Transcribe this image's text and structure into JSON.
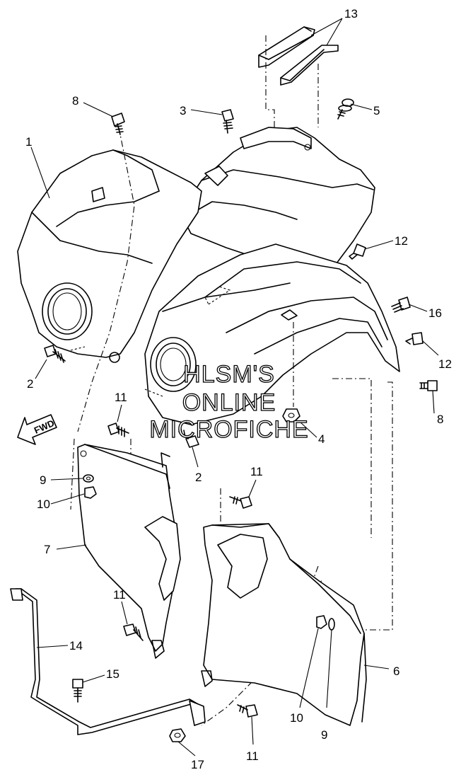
{
  "diagram": {
    "callouts": [
      {
        "id": "c13",
        "text": "13"
      },
      {
        "id": "c8a",
        "text": "8"
      },
      {
        "id": "c3",
        "text": "3"
      },
      {
        "id": "c5",
        "text": "5"
      },
      {
        "id": "c1",
        "text": "1"
      },
      {
        "id": "c12a",
        "text": "12"
      },
      {
        "id": "c16",
        "text": "16"
      },
      {
        "id": "c12b",
        "text": "12"
      },
      {
        "id": "c2a",
        "text": "2"
      },
      {
        "id": "c8b",
        "text": "8"
      },
      {
        "id": "c11a",
        "text": "11"
      },
      {
        "id": "c4",
        "text": "4"
      },
      {
        "id": "c2b",
        "text": "2"
      },
      {
        "id": "c9a",
        "text": "9"
      },
      {
        "id": "c10a",
        "text": "10"
      },
      {
        "id": "c11b",
        "text": "11"
      },
      {
        "id": "c7",
        "text": "7"
      },
      {
        "id": "c11c",
        "text": "11"
      },
      {
        "id": "c14",
        "text": "14"
      },
      {
        "id": "c6",
        "text": "6"
      },
      {
        "id": "c15",
        "text": "15"
      },
      {
        "id": "c10b",
        "text": "10"
      },
      {
        "id": "c9b",
        "text": "9"
      },
      {
        "id": "c11d",
        "text": "11"
      },
      {
        "id": "c17",
        "text": "17"
      }
    ],
    "fwd_label": "FWD",
    "watermark": [
      "HLSM'S",
      "ONLINE",
      "MICROFICHE"
    ]
  }
}
